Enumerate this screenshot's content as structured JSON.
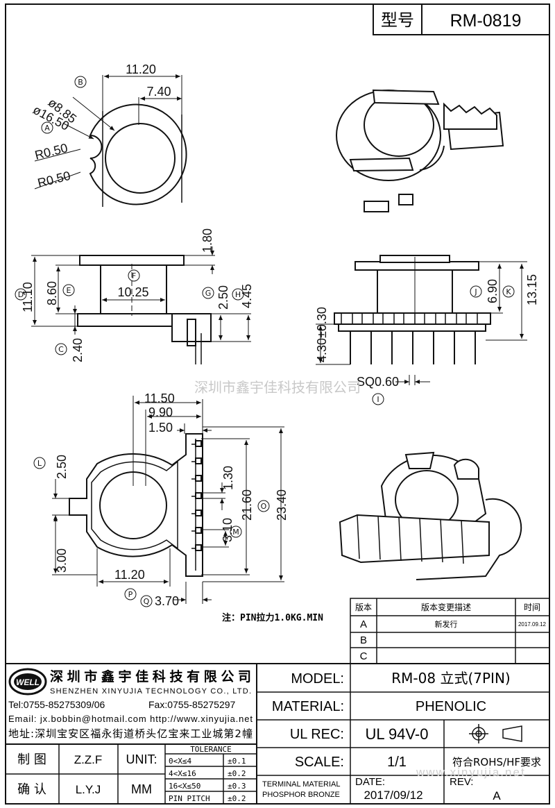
{
  "header": {
    "type_label": "型号",
    "model_number": "RM-0819"
  },
  "dims": {
    "top_w1": "11.20",
    "top_w2": "7.40",
    "top_d1": "ø8.85",
    "top_d1_tag": "B",
    "top_d2": "ø16.50",
    "top_d2_tag": "A",
    "top_r1": "R0.50",
    "top_r2": "R0.50",
    "side_1_80": "1.80",
    "side_11_10": "11.10",
    "side_11_10_tag": "D",
    "side_8_60": "8.60",
    "side_8_60_tag": "E",
    "side_10_25": "10.25",
    "side_10_25_tag": "F",
    "side_2_50": "2.50",
    "side_2_50_tag": "G",
    "side_4_45": "4.45",
    "side_4_45_tag": "H",
    "side_2_40": "2.40",
    "side_2_40_tag": "C",
    "front_4_30": "4.30±0.30",
    "front_6_90": "6.90",
    "front_6_90_tag": "J",
    "front_13_15": "13.15",
    "front_13_15_tag": "K",
    "front_sq": "SQ0.60",
    "front_sq_tag": "I",
    "bot_11_50": "11.50",
    "bot_9_90": "9.90",
    "bot_1_50": "1.50",
    "bot_2_50": "2.50",
    "bot_2_50_tag": "L",
    "bot_1_30": "1.30",
    "bot_21_60": "21.60",
    "bot_23_40": "23.40",
    "bot_23_40_tag": "O",
    "bot_3_10": "3.10",
    "bot_3_10_tag": "M",
    "bot_3_00": "3.00",
    "bot_11_20": "11.20",
    "bot_11_20_tag": "P",
    "bot_3_70": "3.70",
    "bot_3_70_tag": "Q"
  },
  "watermark": "深圳市鑫宇佳科技有限公司",
  "note": "注：PIN拉力1.0KG.MIN",
  "revision_table": {
    "headers": [
      "版本",
      "版本变更描述",
      "时间"
    ],
    "rows": [
      {
        "rev": "A",
        "desc": "新发行",
        "date": "2017.09.12"
      },
      {
        "rev": "B",
        "desc": "",
        "date": ""
      },
      {
        "rev": "C",
        "desc": "",
        "date": ""
      }
    ]
  },
  "company": {
    "logo_text": "WELL",
    "name_cn": "深圳市鑫宇佳科技有限公司",
    "name_en": "SHENZHEN XINYUJIA TECHNOLOGY CO., LTD.",
    "tel": "Tel:0755-85275309/06",
    "fax": "Fax:0755-85275297",
    "email": "Email: jx.bobbin@hotmail.com http://www.xinyujia.net",
    "address": "地址:深圳宝安区福永街道桥头亿宝来工业城第2幢"
  },
  "title_block": {
    "model_label": "MODEL:",
    "model_value": "RM-08 立式(7PIN)",
    "material_label": "MATERIAL:",
    "material_value": "PHENOLIC",
    "ulrec_label": "UL REC:",
    "ulrec_value": "UL 94V-0",
    "scale_label": "SCALE:",
    "scale_value": "1/1",
    "compliance": "符合ROHS/HF要求",
    "date_label": "DATE:",
    "date_value": "2017/09/12",
    "rev_label": "REV:",
    "rev_value": "A",
    "terminal_line1": "TERMINAL MATERIAL",
    "terminal_line2": "PHOSPHOR BRONZE",
    "drawn_label": "制 图",
    "drawn_by": "Z.Z.F",
    "checked_label": "确 认",
    "checked_by": "L.Y.J",
    "unit_label": "UNIT:",
    "unit_value": "MM",
    "tolerance_title": "TOLERANCE",
    "tolerances": [
      {
        "range": "0<X≤4",
        "tol": "±0.1"
      },
      {
        "range": "4<X≤16",
        "tol": "±0.2"
      },
      {
        "range": "16<X≤50",
        "tol": "±0.3"
      },
      {
        "range": "PIN PITCH",
        "tol": "±0.2"
      }
    ]
  },
  "site_watermark": "www.xinyujia.net"
}
